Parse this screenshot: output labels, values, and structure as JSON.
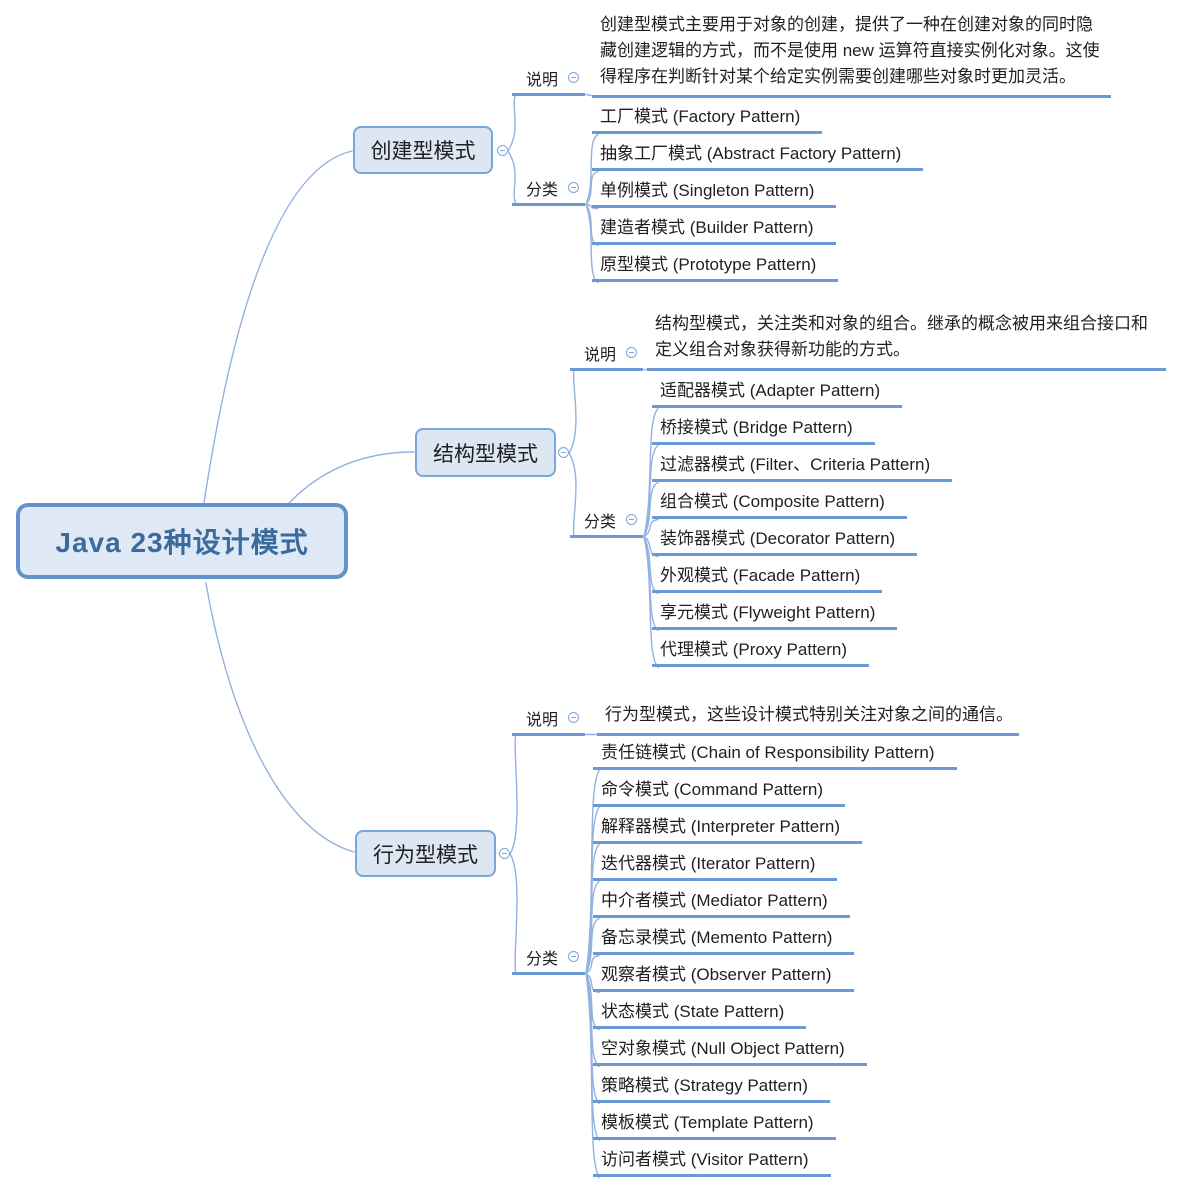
{
  "root": {
    "label": "Java 23种设计模式"
  },
  "node_labels": {
    "description": "说明",
    "classification": "分类"
  },
  "branches": [
    {
      "label": "创建型模式",
      "description": "创建型模式主要用于对象的创建，提供了一种在创建对象的同时隐藏创建逻辑的方式，而不是使用 new 运算符直接实例化对象。这使得程序在判断针对某个给定实例需要创建哪些对象时更加灵活。",
      "patterns": [
        "工厂模式 (Factory Pattern)",
        "抽象工厂模式 (Abstract Factory Pattern)",
        "单例模式 (Singleton Pattern)",
        "建造者模式 (Builder Pattern)",
        "原型模式 (Prototype Pattern)"
      ]
    },
    {
      "label": "结构型模式",
      "description": "结构型模式，关注类和对象的组合。继承的概念被用来组合接口和定义组合对象获得新功能的方式。",
      "patterns": [
        "适配器模式 (Adapter Pattern)",
        "桥接模式 (Bridge Pattern)",
        "过滤器模式 (Filter、Criteria Pattern)",
        "组合模式 (Composite Pattern)",
        "装饰器模式 (Decorator Pattern)",
        "外观模式 (Facade Pattern)",
        "享元模式 (Flyweight Pattern)",
        "代理模式 (Proxy Pattern)"
      ]
    },
    {
      "label": "行为型模式",
      "description": "行为型模式，这些设计模式特别关注对象之间的通信。",
      "patterns": [
        "责任链模式 (Chain of Responsibility Pattern)",
        "命令模式 (Command Pattern)",
        "解释器模式 (Interpreter Pattern)",
        "迭代器模式 (Iterator Pattern)",
        "中介者模式 (Mediator Pattern)",
        "备忘录模式 (Memento Pattern)",
        "观察者模式 (Observer Pattern)",
        "状态模式 (State Pattern)",
        "空对象模式 (Null Object Pattern)",
        "策略模式 (Strategy Pattern)",
        "模板模式 (Template Pattern)",
        "访问者模式 (Visitor Pattern)"
      ]
    }
  ],
  "colors": {
    "underline": "#6b99d4",
    "curve": "#93b2e0",
    "branch_border": "#7ba6da",
    "branch_fill": "#dde7f4",
    "root_border": "#6493cc",
    "root_fill": "#dfe9f6",
    "root_text": "#3b6a9d",
    "text": "#1f1f1f",
    "icon": "#7ba6da"
  }
}
